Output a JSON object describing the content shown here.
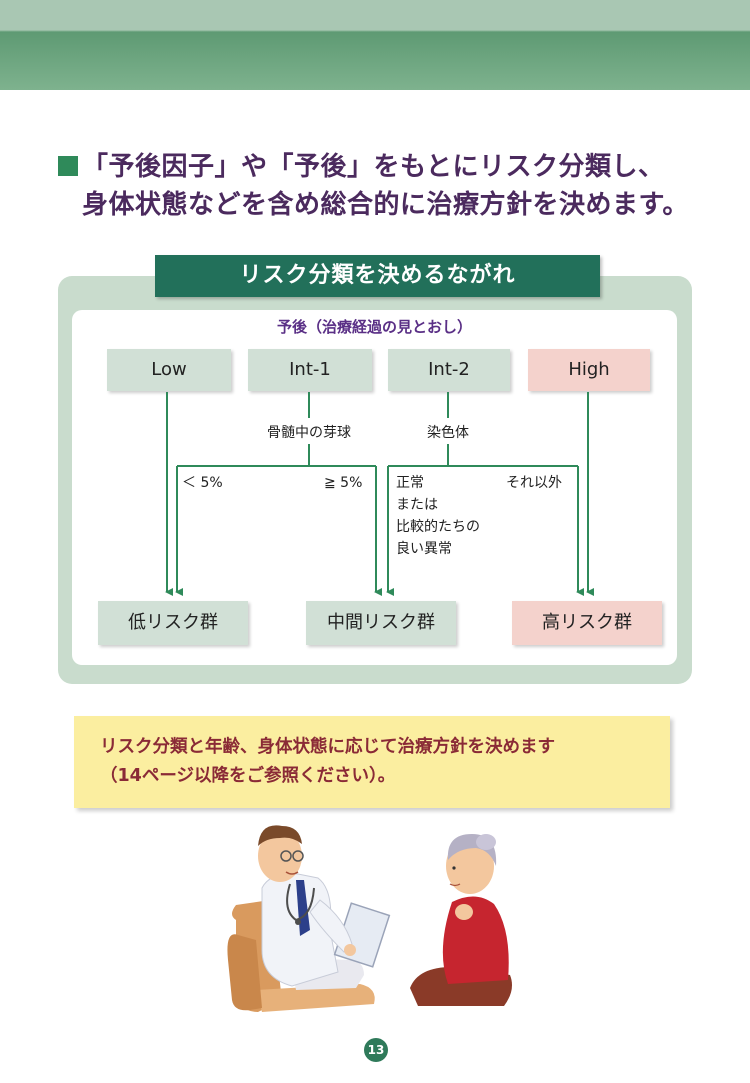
{
  "heading": {
    "line1": "「予後因子」や「予後」をもとにリスク分類し、",
    "line2": "身体状態などを含め総合的に治療方針を決めます。"
  },
  "flow": {
    "title": "リスク分類を決めるながれ",
    "prognosis_label": "予後（治療経過の見とおし）",
    "categories": [
      "Low",
      "Int-1",
      "Int-2",
      "High"
    ],
    "int1_criterion": "骨髄中の芽球",
    "int1_left": "＜ 5%",
    "int1_right": "≧ 5%",
    "int2_criterion": "染色体",
    "int2_left_lines": [
      "正常",
      "または",
      "比較的たちの",
      "良い異常"
    ],
    "int2_right": "それ以外",
    "results": [
      "低リスク群",
      "中間リスク群",
      "高リスク群"
    ]
  },
  "note": {
    "line1": "リスク分類と年齢、身体状態に応じて治療方針を決めます",
    "line2": "（14ページ以降をご参照ください）。"
  },
  "page_number": "13",
  "colors": {
    "accent_green": "#22705a",
    "heading_purple": "#4b2a5e",
    "note_text": "#8a2a36",
    "arrow_green": "#2f8a5a"
  }
}
